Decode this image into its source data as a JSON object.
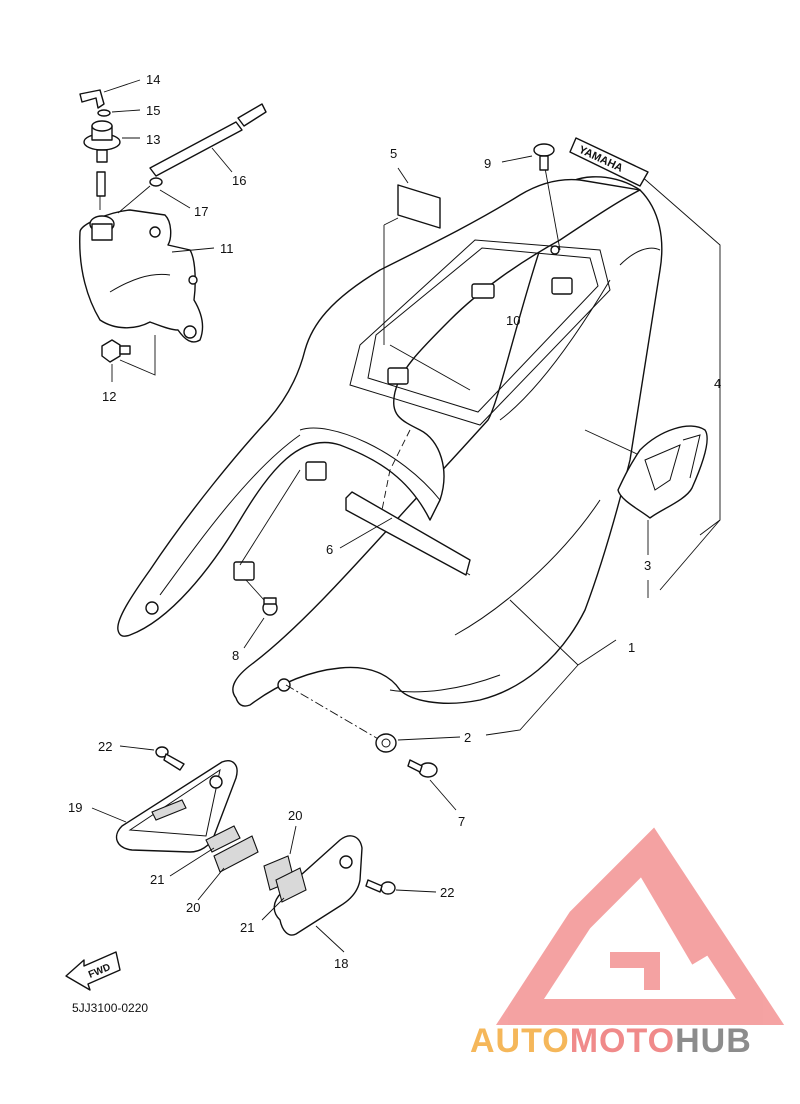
{
  "diagram": {
    "drawing_code": "5JJ3100-0220",
    "fwd_label": "FWD",
    "decal_text": "YAMAHA",
    "callouts": {
      "c1": "1",
      "c2": "2",
      "c3": "3",
      "c4": "4",
      "c5": "5",
      "c6": "6",
      "c7": "7",
      "c8": "8",
      "c9": "9",
      "c10": "10",
      "c11": "11",
      "c12": "12",
      "c13": "13",
      "c14": "14",
      "c15": "15",
      "c16": "16",
      "c17": "17",
      "c18": "18",
      "c19": "19",
      "c20a": "20",
      "c20b": "20",
      "c21a": "21",
      "c21b": "21",
      "c22a": "22",
      "c22b": "22"
    }
  },
  "watermark": {
    "brand_auto": "AUTO",
    "brand_moto": "MOTO",
    "brand_hub": "HUB",
    "color_auto": "#f5b75a",
    "color_moto": "#f08a8a",
    "color_hub": "#8c8c8c",
    "logo_color": "#f28c8c"
  }
}
